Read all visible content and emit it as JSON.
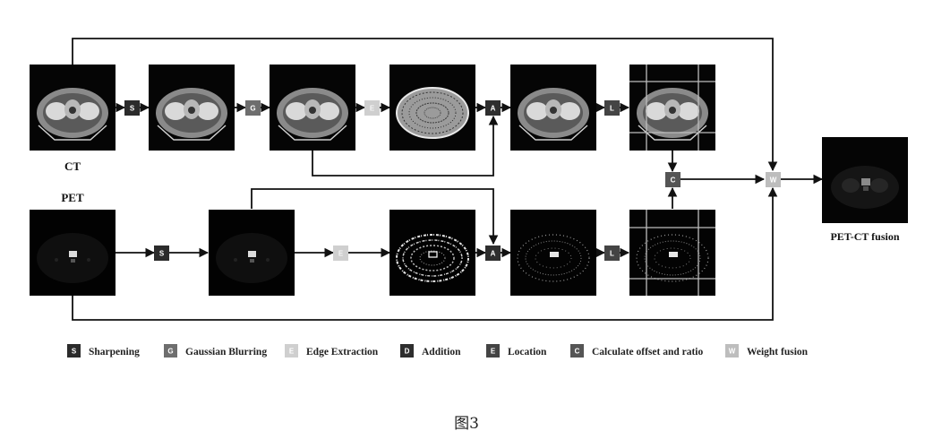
{
  "labels": {
    "ct": "CT",
    "pet": "PET",
    "fusion": "PET-CT fusion"
  },
  "ops": {
    "S": "S",
    "G": "G",
    "E": "E",
    "A": "A",
    "L": "L",
    "C": "C",
    "W": "W",
    "D": "D"
  },
  "legend": [
    {
      "glyph": "S",
      "label": "Sharpening",
      "color": "#2b2b2b"
    },
    {
      "glyph": "G",
      "label": "Gaussian Blurring",
      "color": "#6e6e6e"
    },
    {
      "glyph": "E",
      "label": "Edge Extraction",
      "color": "#cfcfcf"
    },
    {
      "glyph": "D",
      "label": "Addition",
      "color": "#2e2e2e"
    },
    {
      "glyph": "E",
      "label": "Location",
      "color": "#444444"
    },
    {
      "glyph": "C",
      "label": "Calculate offset and ratio",
      "color": "#555555"
    },
    {
      "glyph": "W",
      "label": "Weight fusion",
      "color": "#bdbdbd"
    }
  ],
  "caption": "图3",
  "colors": {
    "sharpen": "#2b2b2b",
    "blur": "#6e6e6e",
    "edge": "#cfcfcf",
    "add": "#2e2e2e",
    "locate": "#444444",
    "calc": "#555555",
    "weight": "#bdbdbd"
  }
}
